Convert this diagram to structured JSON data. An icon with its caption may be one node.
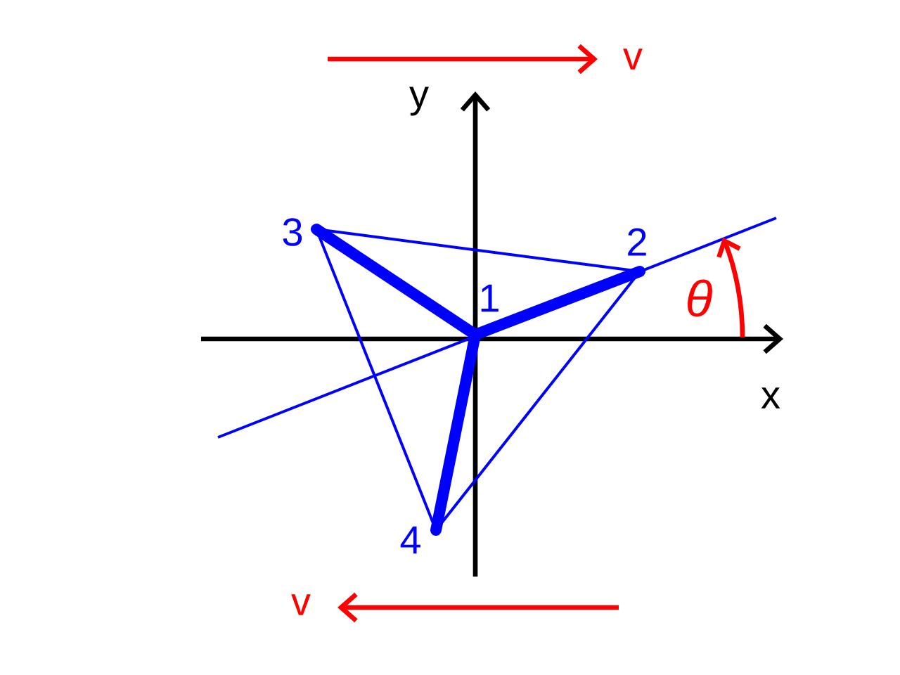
{
  "diagram": {
    "nodes": [
      {
        "text": [
          "1"
        ]
      },
      {
        "text": [
          "2"
        ]
      },
      {
        "text": [
          "3"
        ]
      },
      {
        "text": [
          "4"
        ]
      }
    ],
    "edges": [
      {
        "from": 0,
        "to": 1,
        "arrow": "none",
        "style": "thick"
      },
      {
        "from": 0,
        "to": 2,
        "arrow": "none",
        "style": "thick"
      },
      {
        "from": 0,
        "to": 3,
        "arrow": "none",
        "style": "thick"
      },
      {
        "from": 2,
        "to": 1,
        "arrow": "none"
      },
      {
        "from": 2,
        "to": 3,
        "arrow": "none"
      },
      {
        "from": 1,
        "to": 3,
        "arrow": "none"
      }
    ],
    "labels": [
      "v",
      "y",
      "θ",
      "x",
      "v"
    ]
  }
}
